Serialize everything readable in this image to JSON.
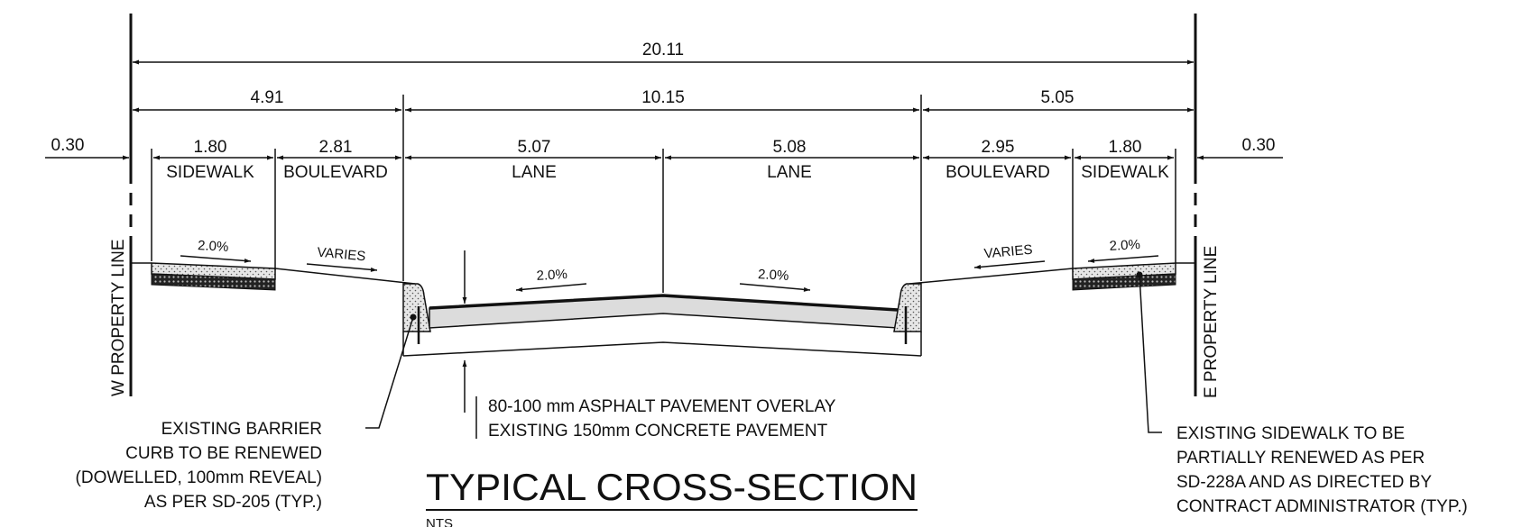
{
  "dimensions": {
    "overall": "20.11",
    "west_half": "4.91",
    "centre": "10.15",
    "east_half": "5.05",
    "west_offset": "0.30",
    "east_offset": "0.30",
    "w_sidewalk": "1.80",
    "w_boulevard": "2.81",
    "w_lane": "5.07",
    "e_lane": "5.08",
    "e_boulevard": "2.95",
    "e_sidewalk": "1.80"
  },
  "labels": {
    "w_sidewalk": "SIDEWALK",
    "w_boulevard": "BOULEVARD",
    "w_lane": "LANE",
    "e_lane": "LANE",
    "e_boulevard": "BOULEVARD",
    "e_sidewalk": "SIDEWALK",
    "w_property": "W PROPERTY LINE",
    "e_property": "E PROPERTY LINE"
  },
  "slopes": {
    "w_sidewalk": "2.0%",
    "w_boulevard": "VARIES",
    "w_lane": "2.0%",
    "e_lane": "2.0%",
    "e_boulevard": "VARIES",
    "e_sidewalk": "2.0%"
  },
  "notes": {
    "pavement_1": "80-100 mm ASPHALT PAVEMENT OVERLAY",
    "pavement_2": "EXISTING 150mm CONCRETE PAVEMENT",
    "curb_1": "EXISTING BARRIER",
    "curb_2": "CURB TO BE RENEWED",
    "curb_3": "(DOWELLED, 100mm REVEAL)",
    "curb_4": "AS PER SD-205 (TYP.)",
    "sidewalk_1": "EXISTING SIDEWALK TO BE",
    "sidewalk_2": "PARTIALLY RENEWED AS PER",
    "sidewalk_3": "SD-228A AND AS DIRECTED BY",
    "sidewalk_4": "CONTRACT ADMINISTRATOR (TYP.)"
  },
  "title": {
    "main": "TYPICAL CROSS-SECTION",
    "scale": "NTS"
  }
}
